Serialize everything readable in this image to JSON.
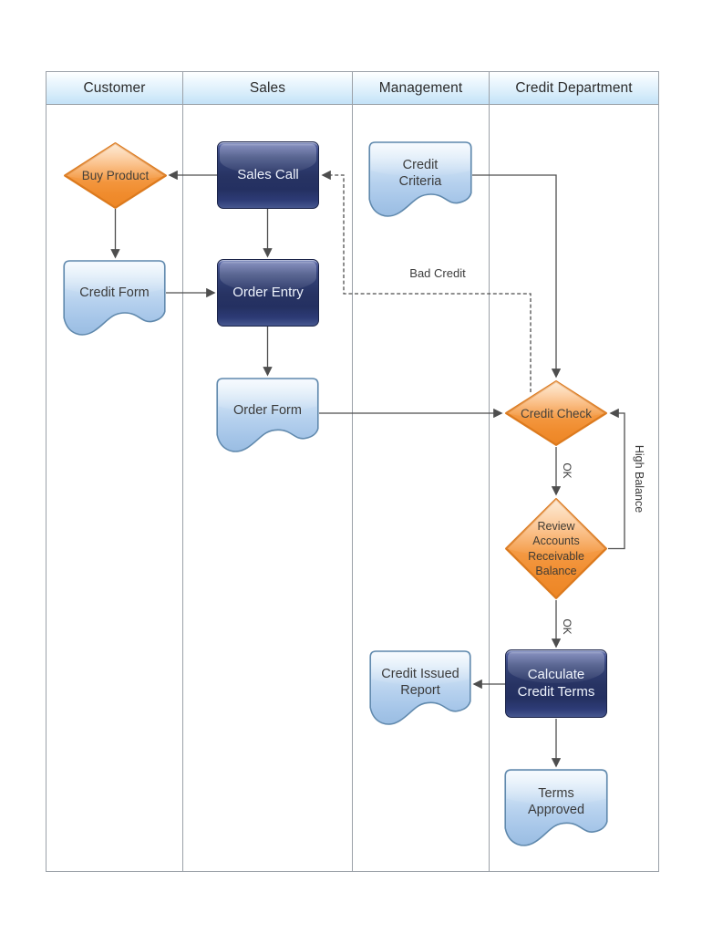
{
  "lanes": [
    {
      "label": "Customer"
    },
    {
      "label": "Sales"
    },
    {
      "label": "Management"
    },
    {
      "label": "Credit Department"
    }
  ],
  "shapes": {
    "buy_product": {
      "label": "Buy Product",
      "type": "decision"
    },
    "sales_call": {
      "label": "Sales Call",
      "type": "process"
    },
    "credit_form": {
      "label": "Credit Form",
      "type": "document"
    },
    "order_entry": {
      "label": "Order Entry",
      "type": "process"
    },
    "order_form": {
      "label": "Order Form",
      "type": "document"
    },
    "credit_criteria": {
      "label": "Credit Criteria",
      "type": "document"
    },
    "credit_check": {
      "label": "Credit Check",
      "type": "decision"
    },
    "review_balance": {
      "label": "Review Accounts Receivable Balance",
      "type": "decision"
    },
    "calculate_credit_terms": {
      "label": "Calculate Credit Terms",
      "type": "process"
    },
    "credit_issued_report": {
      "label": "Credit Issued Report",
      "type": "document"
    },
    "terms_approved": {
      "label": "Terms Approved",
      "type": "document"
    }
  },
  "connector_labels": {
    "bad_credit": "Bad Credit",
    "ok_credit_check": "OK",
    "ok_review": "OK",
    "high_balance": "High Balance"
  },
  "colors": {
    "lane_header_top": "#ffffff",
    "lane_header_bottom": "#c3e2f7",
    "lane_border": "#9ba1a8",
    "decision_fill": "#f08c2e",
    "decision_border": "#dc7a1e",
    "process_fill": "#2a3870",
    "process_border": "#1a2348",
    "document_fill": "#b4d0ec",
    "document_border": "#6089ad",
    "connector": "#4e4e4e",
    "label_text": "#3c3c3c"
  }
}
